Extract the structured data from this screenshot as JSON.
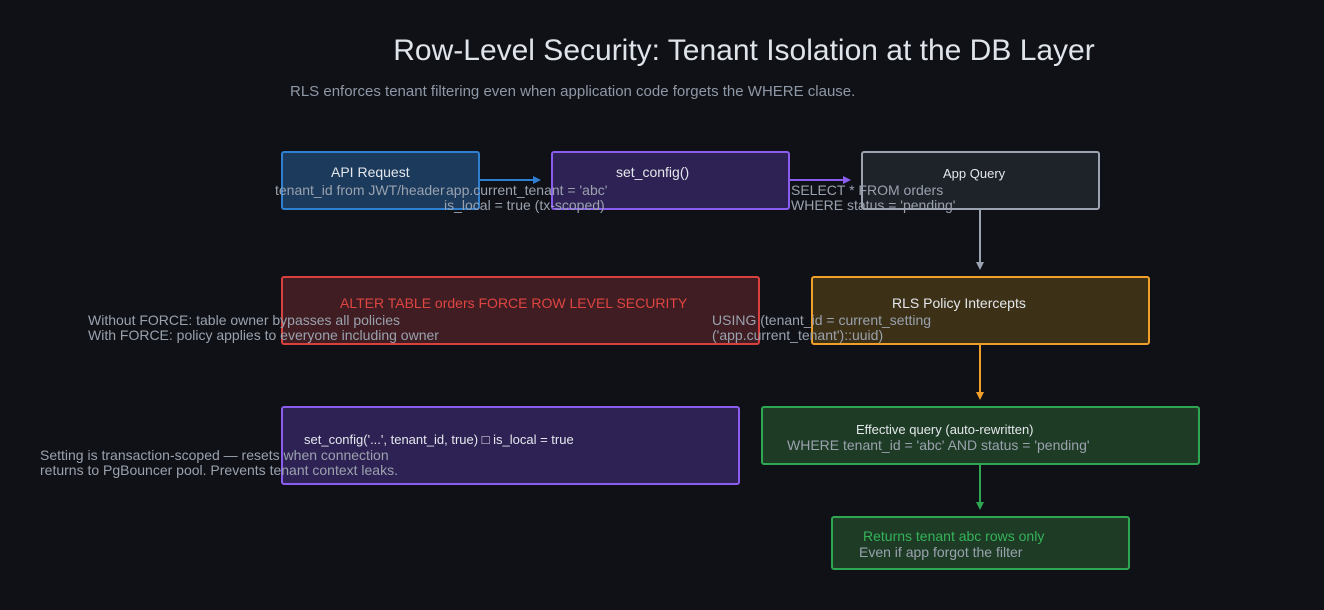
{
  "title": "Row-Level Security: Tenant Isolation at the DB Layer",
  "subtitle": "RLS enforces tenant filtering even when application code forgets the WHERE clause.",
  "colors": {
    "blue": "#2f7fd0",
    "purple": "#8a5cf0",
    "gray": "#9ba3b0",
    "red": "#d9413f",
    "orange": "#f0a02a",
    "green": "#2fa652"
  },
  "nodes": {
    "api_request": {
      "title": "API Request",
      "lines": [
        "tenant_id from JWT/header"
      ]
    },
    "set_config": {
      "title": "set_config()",
      "lines": [
        "app.current_tenant = 'abc'",
        "is_local = true (tx-scoped)"
      ]
    },
    "app_query": {
      "title": "App Query",
      "lines": [
        "SELECT * FROM orders",
        "WHERE status = 'pending'"
      ]
    },
    "force_rls": {
      "title": "ALTER TABLE orders FORCE ROW LEVEL SECURITY",
      "lines": [
        "Without FORCE: table owner bypasses all policies",
        "With FORCE: policy applies to everyone including owner"
      ]
    },
    "rls_policy": {
      "title": "RLS Policy Intercepts",
      "lines": [
        "USING (tenant_id = current_setting",
        "('app.current_tenant')::uuid)"
      ]
    },
    "set_config_local": {
      "title": "set_config('...', tenant_id, true)  □ is_local = true",
      "lines": [
        "Setting is transaction-scoped — resets when connection",
        "returns to PgBouncer pool. Prevents tenant context leaks."
      ]
    },
    "effective_query": {
      "title": "Effective query (auto-rewritten)",
      "lines": [
        "WHERE tenant_id = 'abc' AND status = 'pending'"
      ]
    },
    "result": {
      "title": "Returns tenant abc rows only",
      "lines": [
        "Even if app forgot the filter"
      ]
    }
  }
}
